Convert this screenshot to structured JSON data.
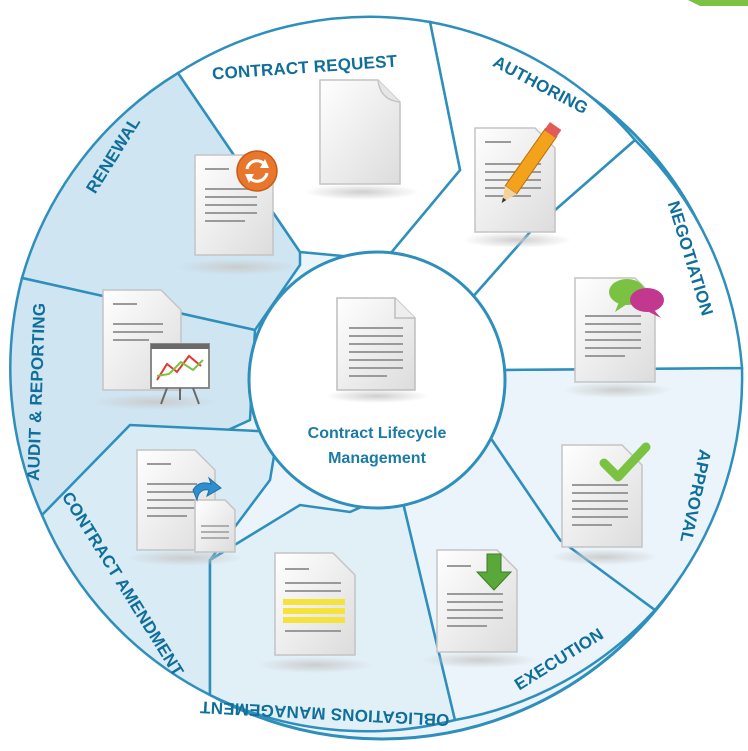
{
  "center": {
    "line1": "Contract Lifecycle",
    "line2": "Management",
    "icon": "document-icon"
  },
  "stages": [
    {
      "label": "CONTRACT REQUEST",
      "icon": "blank-document-icon"
    },
    {
      "label": "AUTHORING",
      "icon": "document-pencil-icon"
    },
    {
      "label": "NEGOTIATION",
      "icon": "document-speech-bubbles-icon"
    },
    {
      "label": "APPROVAL",
      "icon": "document-checkmark-icon"
    },
    {
      "label": "EXECUTION",
      "icon": "document-download-arrow-icon"
    },
    {
      "label": "OBLIGATIONS MANAGEMENT",
      "icon": "document-highlighted-icon"
    },
    {
      "label": "CONTRACT AMENDMENT",
      "icon": "document-copy-arrow-icon"
    },
    {
      "label": "AUDIT & REPORTING",
      "icon": "document-chart-icon"
    },
    {
      "label": "RENEWAL",
      "icon": "document-refresh-icon"
    }
  ],
  "colors": {
    "ring_stroke": "#2e8fbc",
    "light_fill": "#eaf4fa",
    "mid_fill": "#cfe5f2",
    "label_text": "#0f6f9a",
    "accent_green": "#7cc242",
    "accent_orange": "#e8762c"
  }
}
